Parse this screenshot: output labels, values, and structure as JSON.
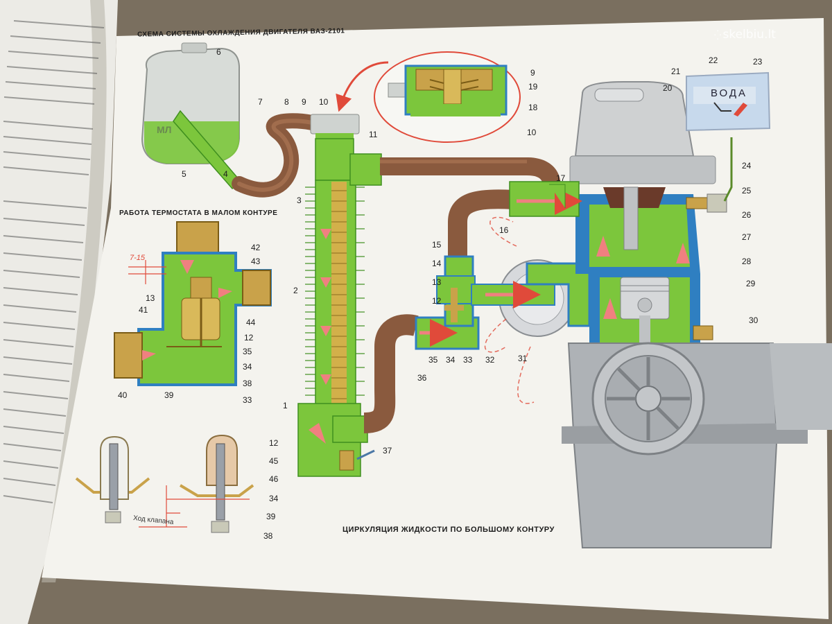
{
  "titles": {
    "main": "СХЕМА СИСТЕМЫ ОХЛАЖДЕНИЯ ДВИГАТЕЛЯ ВАЗ-2101",
    "small_circuit": "РАБОТА ТЕРМОСТАТА В МАЛОМ КОНТУРЕ",
    "large_circuit": "ЦИРКУЛЯЦИЯ ЖИДКОСТИ ПО БОЛЬШОМУ КОНТУРУ"
  },
  "watermark": {
    "text": "skelbiu.lt"
  },
  "gauge": {
    "text": "ВОДА"
  },
  "dimensions": {
    "gap": "7-15",
    "valve_travel": "Ход клапана"
  },
  "callouts": {
    "c1": "1",
    "c2": "2",
    "c3": "3",
    "c4": "4",
    "c5": "5",
    "c6": "6",
    "c7": "7",
    "c8": "8",
    "c9": "9",
    "c10": "10",
    "c11": "11",
    "c12": "12",
    "c13": "13",
    "c14": "14",
    "c15": "15",
    "c16": "16",
    "c17": "17",
    "c18": "18",
    "c19": "19",
    "c20": "20",
    "c21": "21",
    "c22": "22",
    "c23": "23",
    "c24": "24",
    "c25": "25",
    "c26": "26",
    "c27": "27",
    "c28": "28",
    "c29": "29",
    "c30": "30",
    "c31": "31",
    "c32": "32",
    "c33": "33",
    "c34": "34",
    "c35": "35",
    "c36": "36",
    "c37": "37",
    "c38": "38",
    "c39": "39",
    "c40": "40",
    "c41": "41",
    "c42": "42",
    "c43": "43",
    "c44": "44",
    "c45": "45",
    "c46": "46"
  },
  "colors": {
    "coolant": "#7cc63c",
    "coolant_dark": "#3f8f1f",
    "water_jacket": "#2f7fc1",
    "hose": "#8a5a3e",
    "flow_arrow": "#f08080",
    "brass": "#c9a24a",
    "accent_red": "#e04a3a"
  }
}
